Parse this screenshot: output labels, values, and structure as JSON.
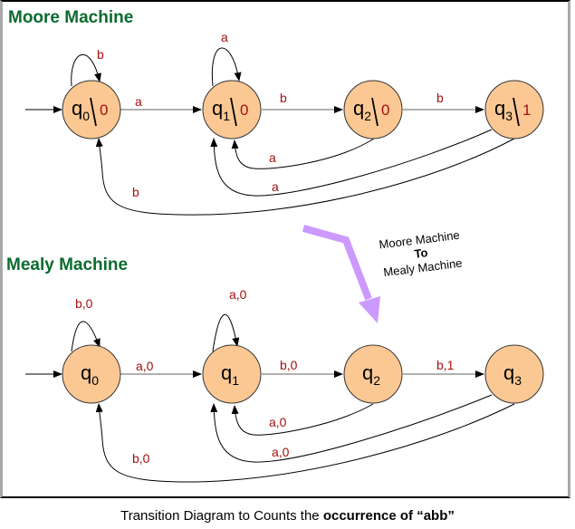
{
  "moore": {
    "title": "Moore Machine",
    "states": [
      {
        "name": "q",
        "sub": "0",
        "output": "0"
      },
      {
        "name": "q",
        "sub": "1",
        "output": "0"
      },
      {
        "name": "q",
        "sub": "2",
        "output": "0"
      },
      {
        "name": "q",
        "sub": "3",
        "output": "1"
      }
    ],
    "transitions": [
      {
        "from": "q0",
        "to": "q0",
        "label": "b"
      },
      {
        "from": "q0",
        "to": "q1",
        "label": "a"
      },
      {
        "from": "q1",
        "to": "q1",
        "label": "a"
      },
      {
        "from": "q1",
        "to": "q2",
        "label": "b"
      },
      {
        "from": "q2",
        "to": "q3",
        "label": "b"
      },
      {
        "from": "q2",
        "to": "q1",
        "label": "a"
      },
      {
        "from": "q3",
        "to": "q1",
        "label": "a"
      },
      {
        "from": "q3",
        "to": "q0",
        "label": "b"
      }
    ]
  },
  "mealy": {
    "title": "Mealy Machine",
    "states": [
      {
        "name": "q",
        "sub": "0"
      },
      {
        "name": "q",
        "sub": "1"
      },
      {
        "name": "q",
        "sub": "2"
      },
      {
        "name": "q",
        "sub": "3"
      }
    ],
    "transitions": [
      {
        "from": "q0",
        "to": "q0",
        "label": "b,0"
      },
      {
        "from": "q0",
        "to": "q1",
        "label": "a,0"
      },
      {
        "from": "q1",
        "to": "q1",
        "label": "a,0"
      },
      {
        "from": "q1",
        "to": "q2",
        "label": "b,0"
      },
      {
        "from": "q2",
        "to": "q3",
        "label": "b,1"
      },
      {
        "from": "q2",
        "to": "q1",
        "label": "a,0"
      },
      {
        "from": "q3",
        "to": "q1",
        "label": "a,0"
      },
      {
        "from": "q3",
        "to": "q0",
        "label": "b,0"
      }
    ]
  },
  "conversion": {
    "line1": "Moore  Machine",
    "line2": "To",
    "line3": "Mealy Machine",
    "arrow_color": "#cc99ff"
  },
  "caption": {
    "prefix": "Transition Diagram to Counts the ",
    "bold": "occurrence of “abb”"
  },
  "colors": {
    "state_fill": "#fbc894",
    "label": "#a50f0f",
    "title": "#0b6b2f"
  }
}
